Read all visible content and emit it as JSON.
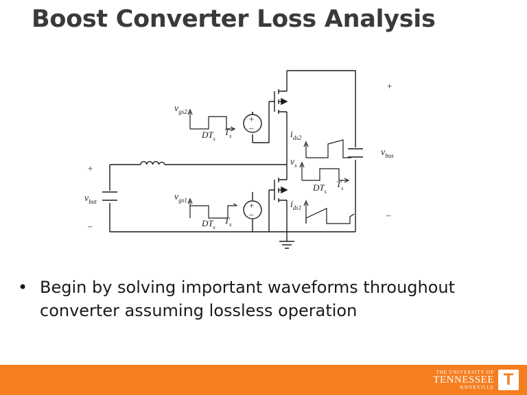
{
  "slide": {
    "title": "Boost Converter Loss Analysis",
    "bullets": [
      "Begin by solving important waveforms throughout converter assuming lossless operation"
    ]
  },
  "circuit": {
    "labels": {
      "vgs2": {
        "main": "v",
        "sub": "gs2"
      },
      "vgs1": {
        "main": "v",
        "sub": "gs1"
      },
      "ids2": {
        "main": "i",
        "sub": "ds2"
      },
      "ids1": {
        "main": "i",
        "sub": "ds1"
      },
      "vs": {
        "main": "v",
        "sub": "s"
      },
      "vbus": {
        "main": "v",
        "sub": "bus"
      },
      "vbat": {
        "main": "v",
        "sub": "bat"
      },
      "DTs": {
        "main": "DT",
        "sub": "s"
      },
      "Ts": {
        "main": "T",
        "sub": "s"
      }
    },
    "plus": "+",
    "minus": "–"
  },
  "footer": {
    "logo_line1": "THE UNIVERSITY OF",
    "logo_line2": "TENNESSEE",
    "logo_line3": "KNOXVILLE",
    "logo_mark": "T",
    "color": "#f57e20"
  }
}
